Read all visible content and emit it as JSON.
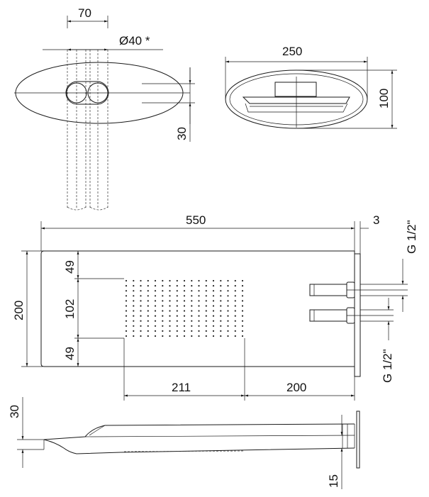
{
  "dimensions": {
    "top_width": "70",
    "diameter": "Ø40 *",
    "depth_30": "30",
    "oval_width": "250",
    "oval_height": "100",
    "length": "550",
    "plate_gap": "3",
    "height": "200",
    "margin_top": "49",
    "grid_height": "102",
    "margin_bottom": "49",
    "grid_width": "211",
    "offset": "200",
    "thread_top": "G 1/2\"",
    "thread_bottom": "G 1/2\"",
    "profile_height": "30",
    "profile_tip": "15"
  }
}
